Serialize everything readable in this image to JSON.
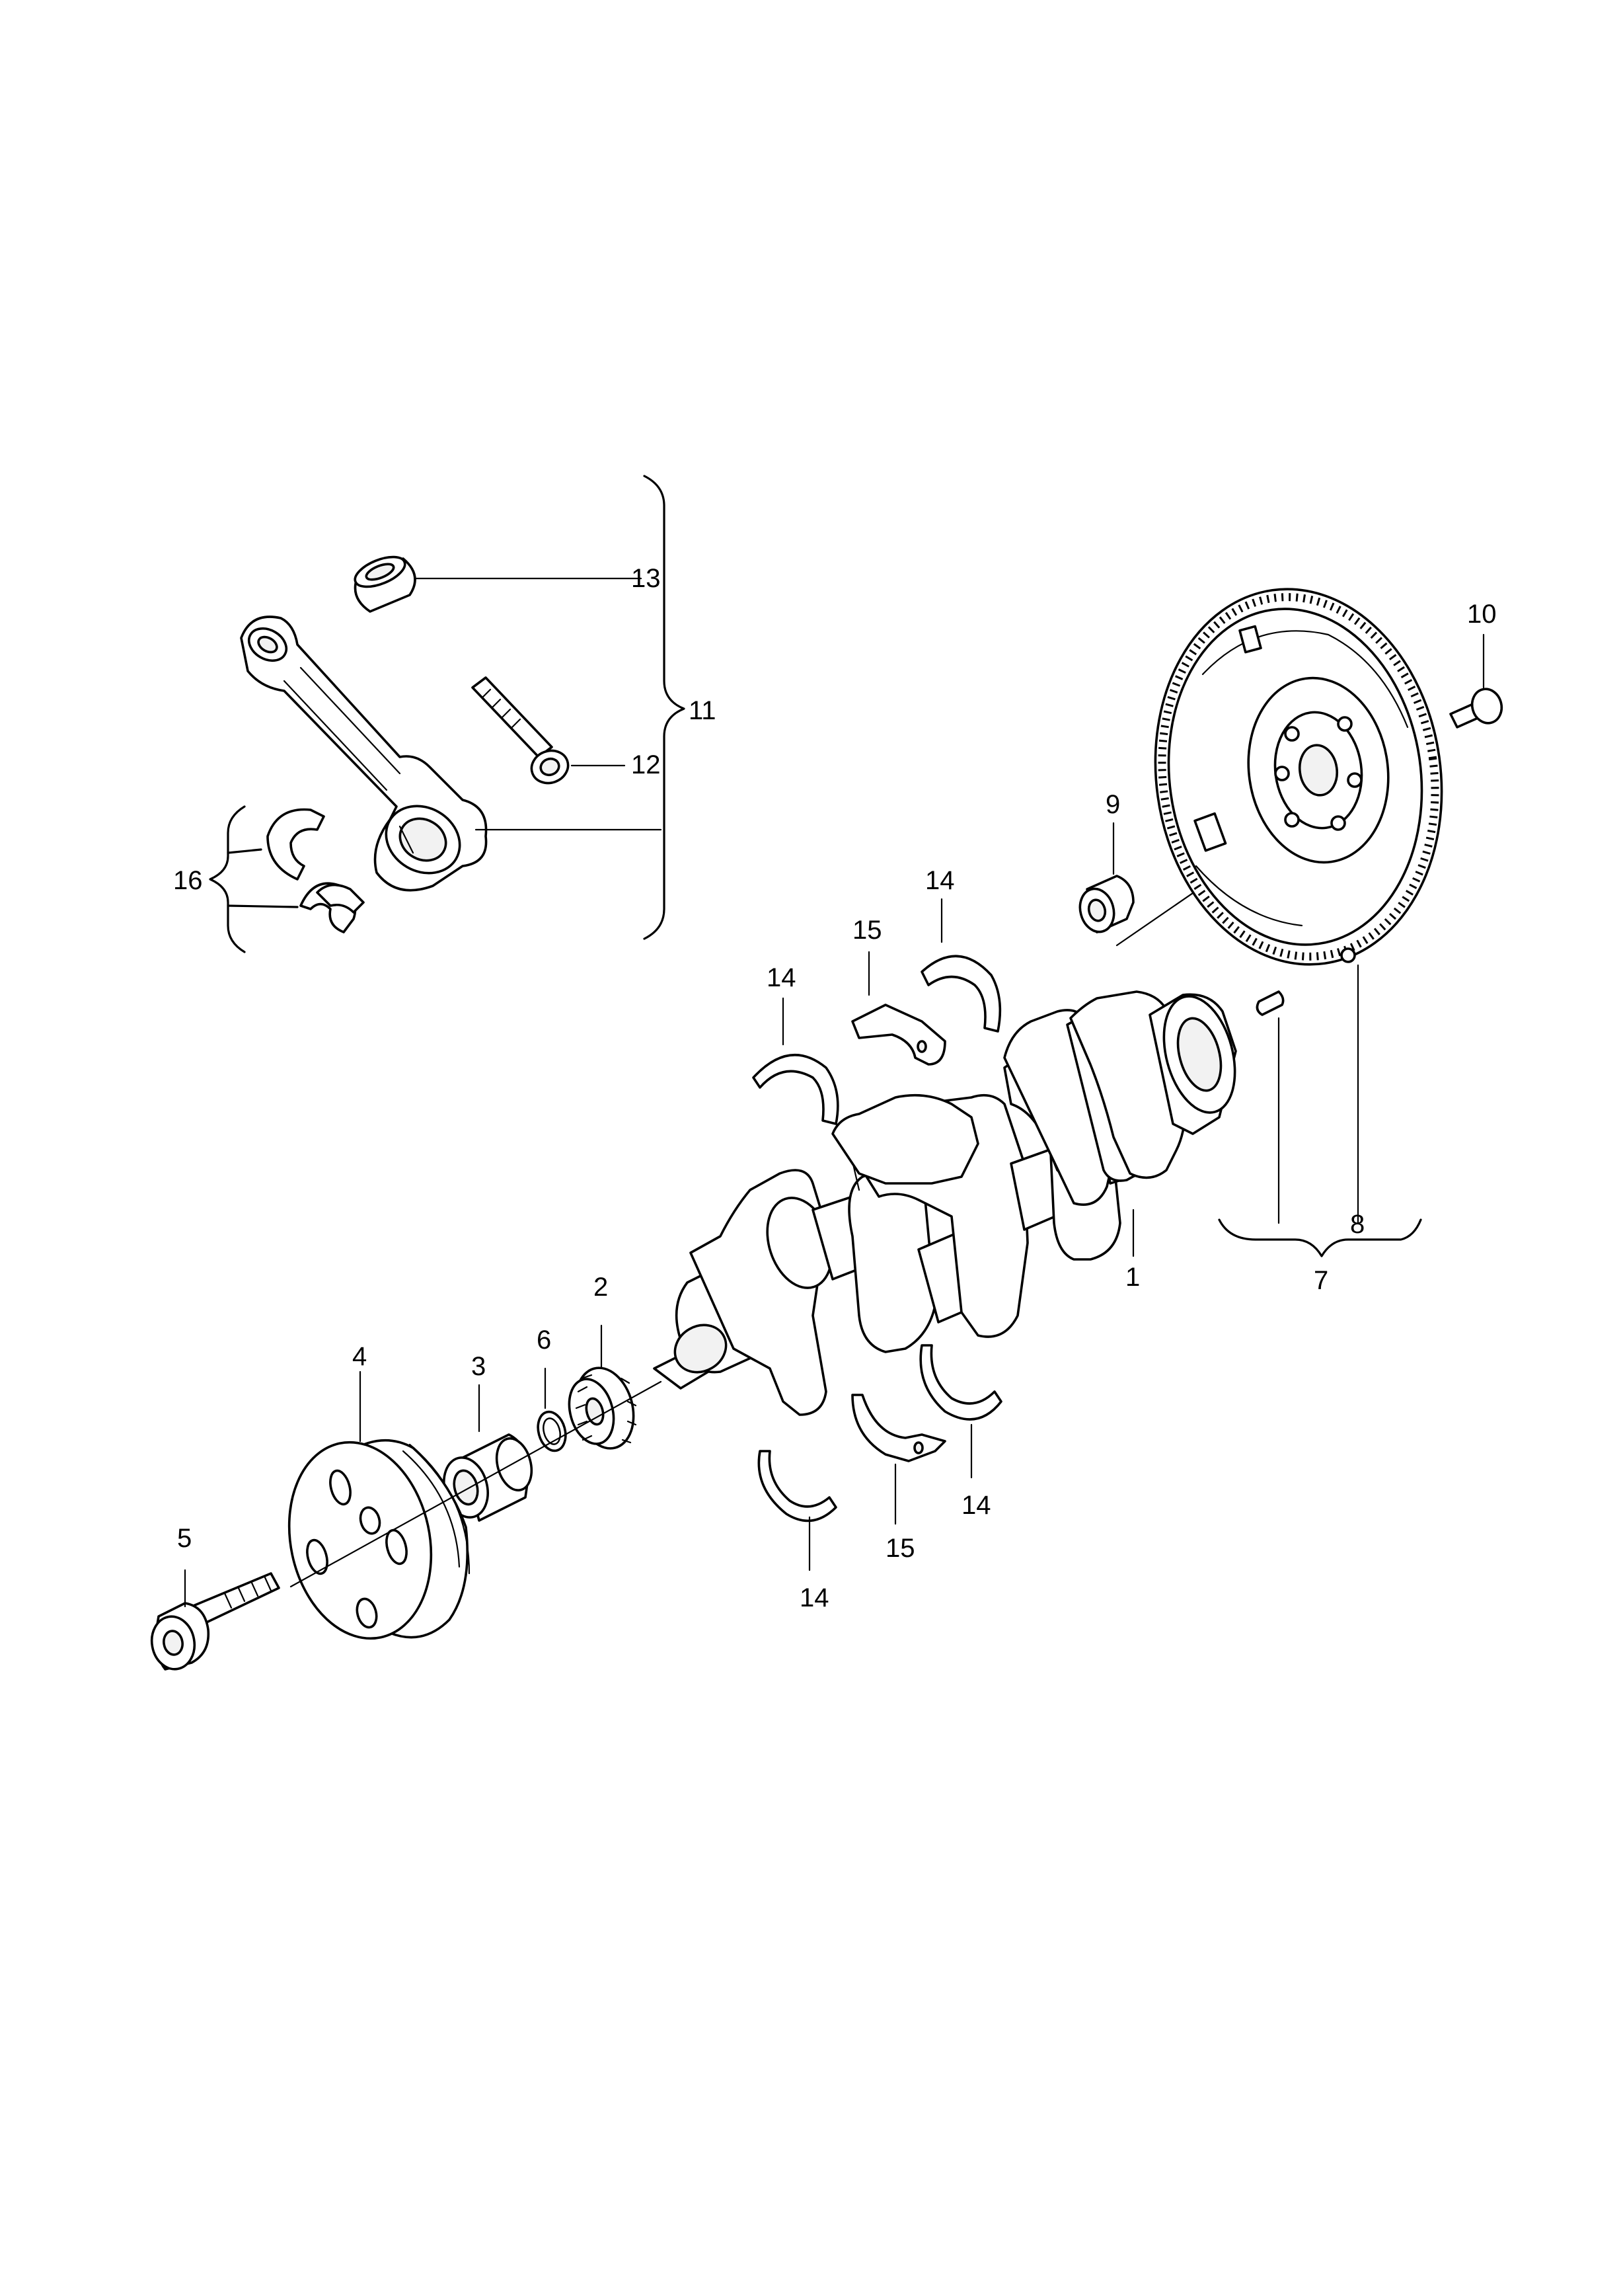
{
  "callouts": {
    "c1": "1",
    "c2": "2",
    "c3": "3",
    "c4": "4",
    "c5": "5",
    "c6": "6",
    "c7": "7",
    "c8": "8",
    "c9": "9",
    "c10": "10",
    "c11": "11",
    "c12": "12",
    "c13": "13",
    "c14a": "14",
    "c14b": "14",
    "c14c": "14",
    "c14d": "14",
    "c15a": "15",
    "c15b": "15",
    "c16": "16"
  }
}
